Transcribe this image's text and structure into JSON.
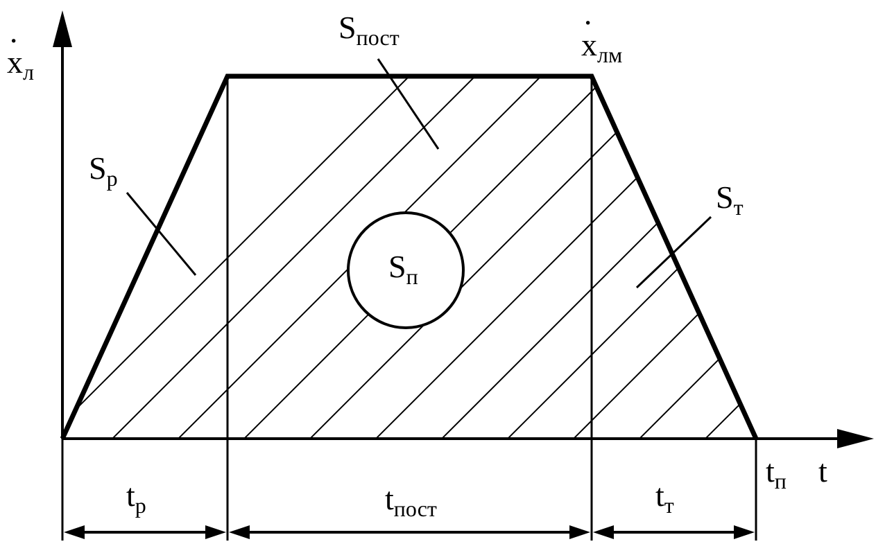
{
  "axes": {
    "y_label": {
      "main": "x",
      "sub": "л",
      "dot": "·"
    },
    "x_label": "t"
  },
  "labels": {
    "s_const": {
      "main": "S",
      "sub": "пост"
    },
    "v_max": {
      "main": "x",
      "sub": "лм",
      "dot": "·"
    },
    "s_accel": {
      "main": "S",
      "sub": "р"
    },
    "s_brake": {
      "main": "S",
      "sub": "т"
    },
    "s_total": {
      "main": "S",
      "sub": "п"
    },
    "t_end": {
      "main": "t",
      "sub": "п"
    }
  },
  "intervals": {
    "t_accel": {
      "main": "t",
      "sub": "р"
    },
    "t_const": {
      "main": "t",
      "sub": "пост"
    },
    "t_brake": {
      "main": "t",
      "sub": "т"
    }
  }
}
